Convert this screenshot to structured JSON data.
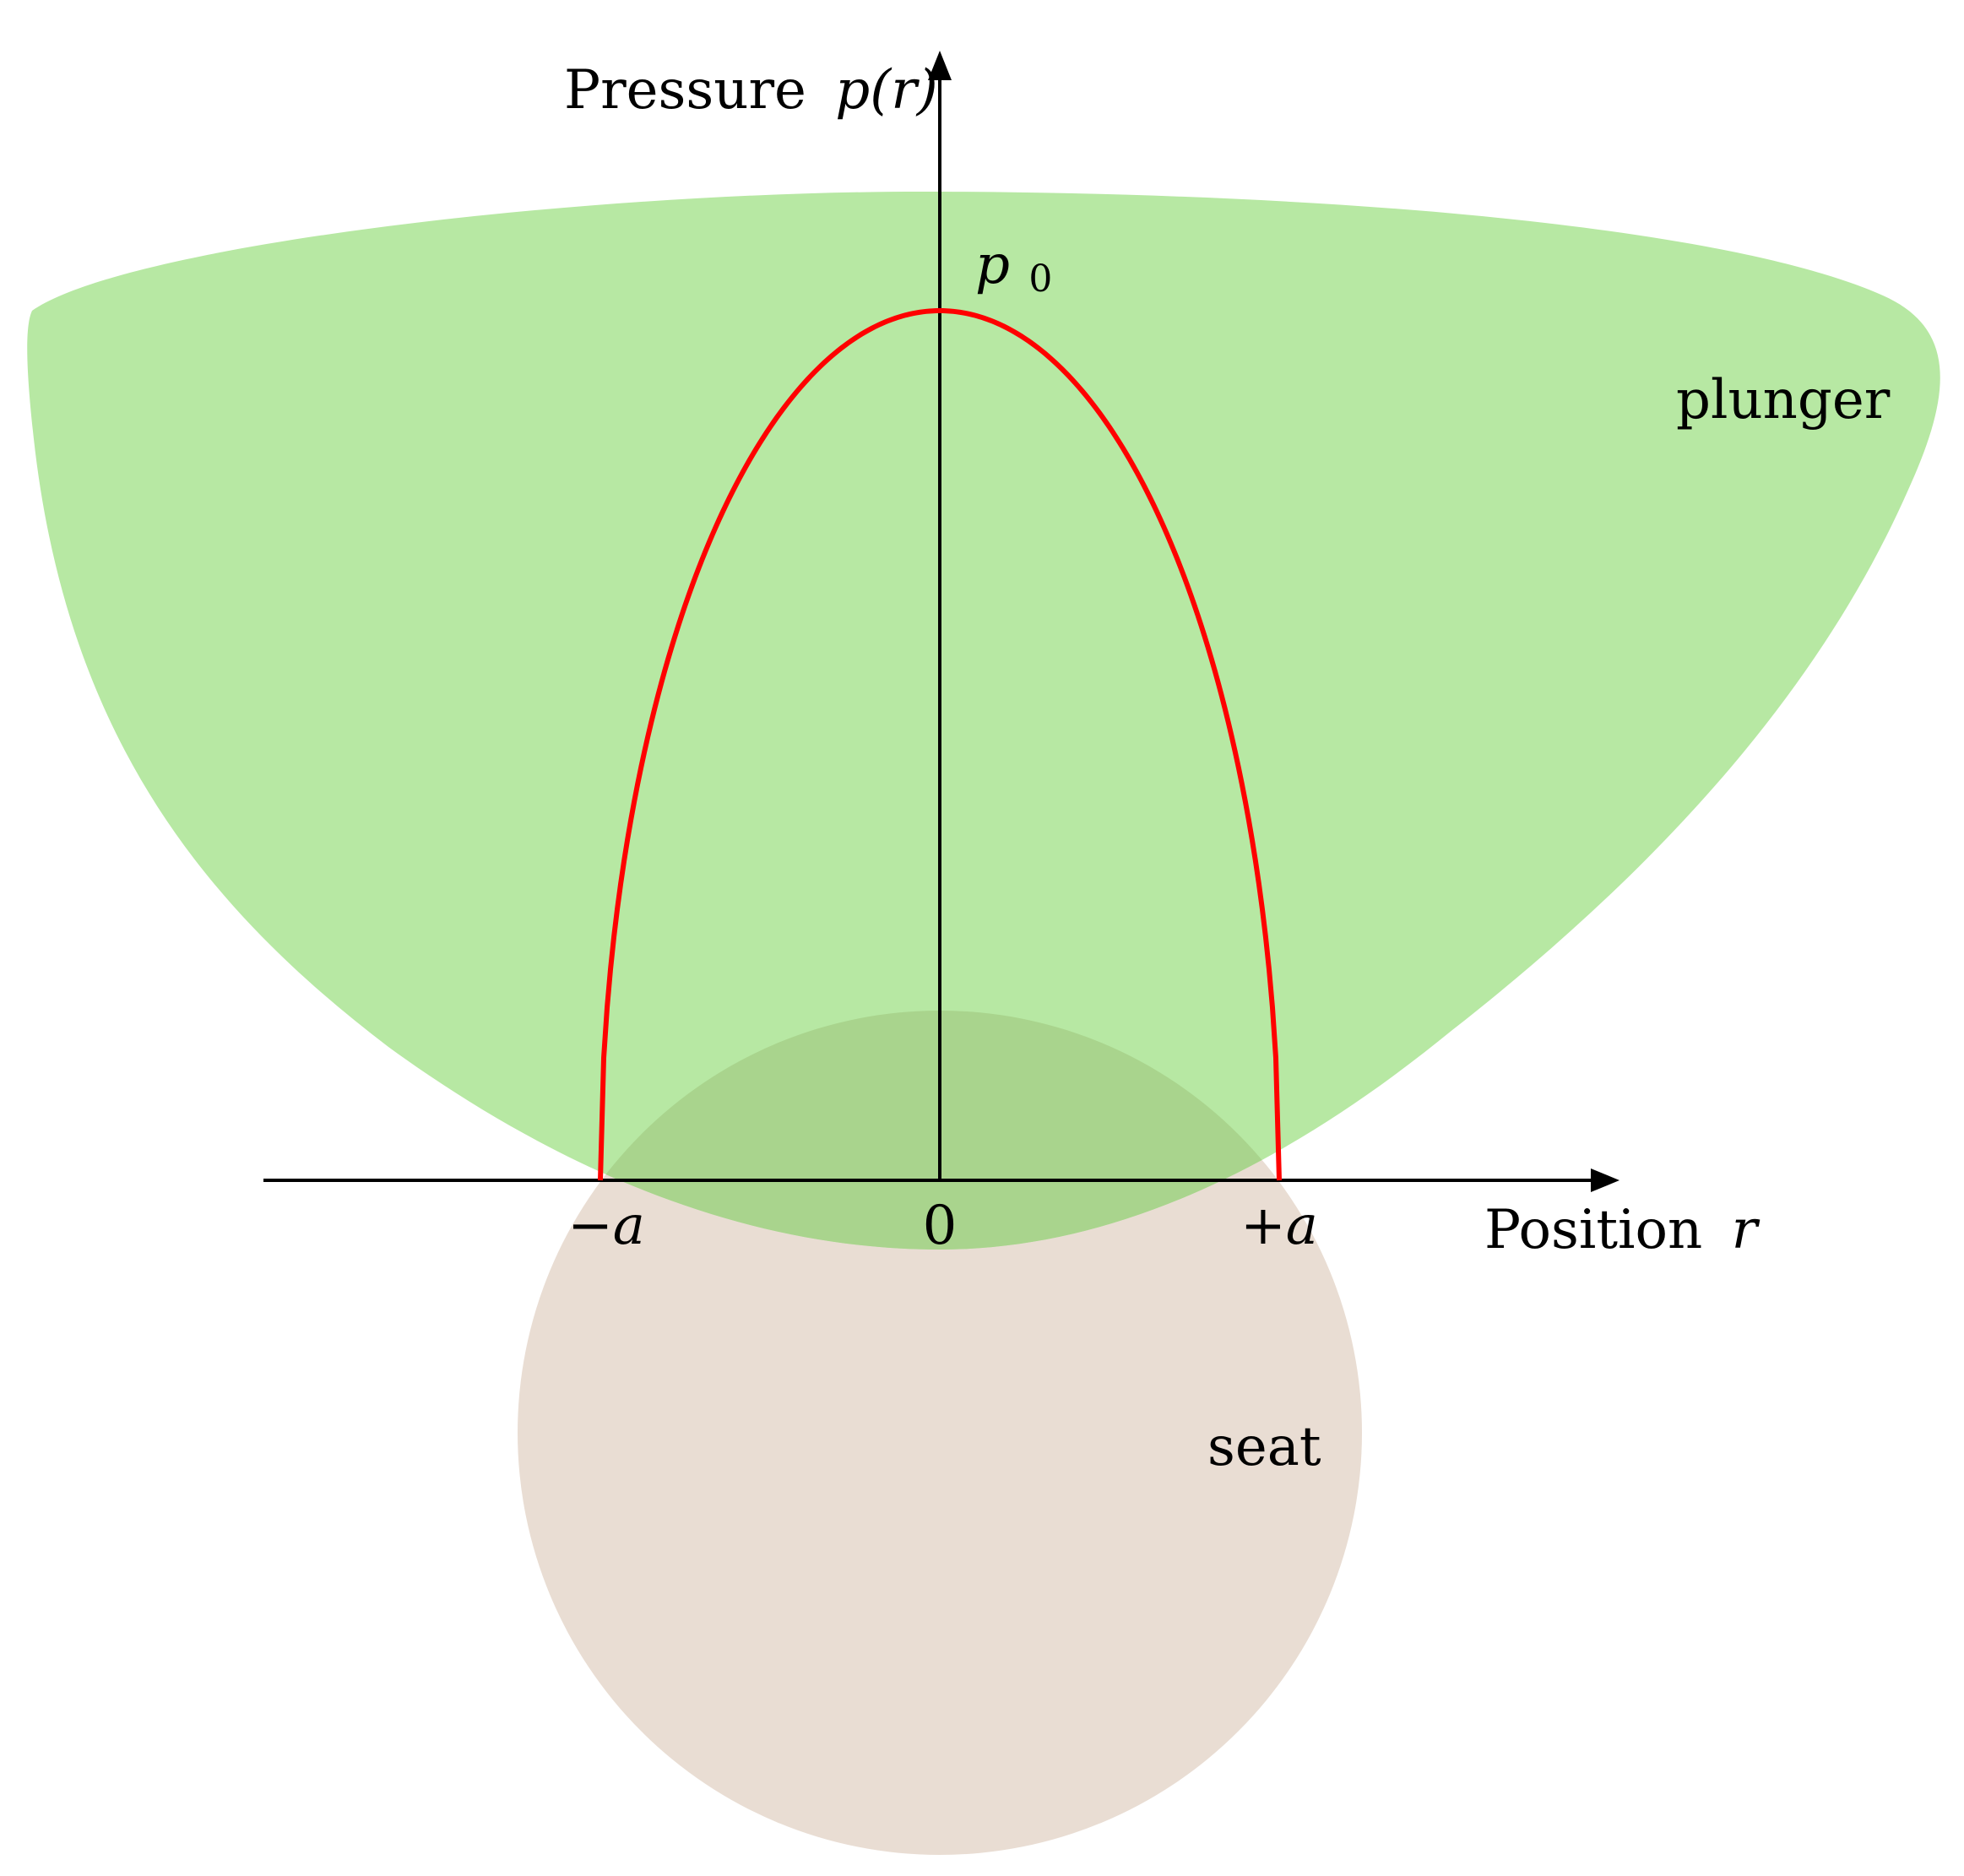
{
  "diagram": {
    "labels": {
      "y_axis_word": "Pressure",
      "y_axis_math": "p(r)",
      "x_axis_word": "Position",
      "x_axis_math": "r",
      "peak_symbol": "p",
      "peak_subscript": "0",
      "tick_minus_a": "−a",
      "tick_zero": "0",
      "tick_plus_a": "+a",
      "plunger": "plunger",
      "seat": "seat"
    },
    "colors": {
      "plunger_fill": "#b7e8a3",
      "seat_fill": "#e9ddd3",
      "overlap_fill": "#a9d48d",
      "pressure_curve": "#ff0000",
      "axes": "#000000"
    },
    "pressure_curve": {
      "shape": "semi-ellipse p(r) = p0·sqrt(1 − r²/a²)",
      "r_range": [
        "−a",
        "+a"
      ],
      "peak_value": "p0",
      "peak_at": "0"
    }
  }
}
